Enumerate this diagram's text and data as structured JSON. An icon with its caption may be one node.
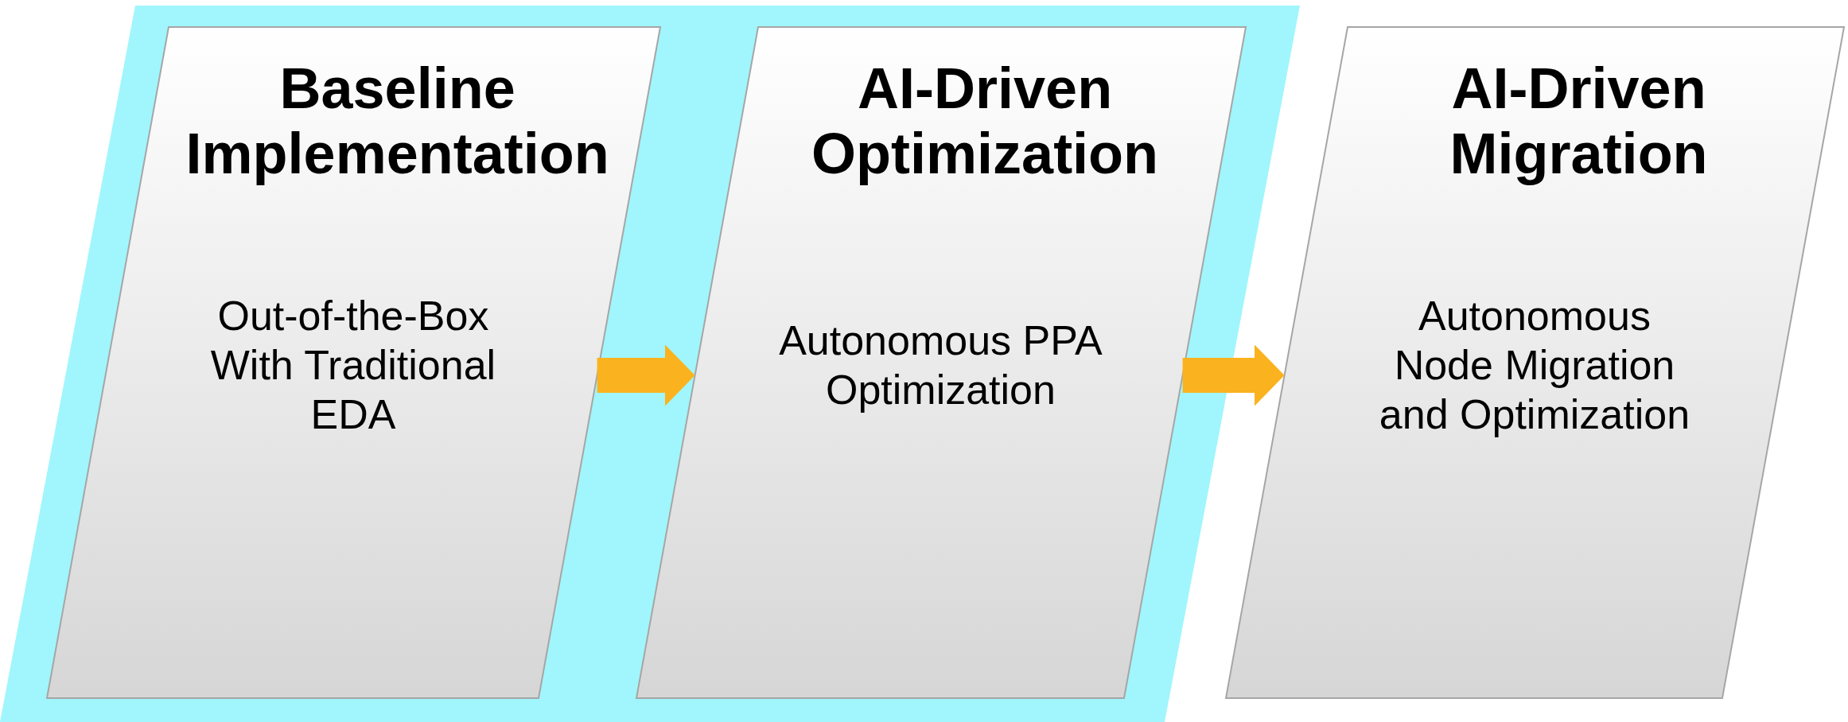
{
  "diagram": {
    "nodes": [
      {
        "text": [],
        "shape": "parallelogram"
      },
      {
        "text": [
          "Baseline Implementation",
          "Out-of-the-Box With Traditional EDA"
        ],
        "in": 0
      },
      {
        "text": [
          "AI-Driven Optimization",
          "Autonomous PPA Optimization"
        ],
        "in": 0
      },
      {
        "text": [
          "AI-Driven Migration",
          "Autonomous Node Migration and Optimization"
        ]
      }
    ],
    "edges": [
      {
        "from": 1,
        "to": 2,
        "arrow": "to"
      },
      {
        "from": 2,
        "to": 3,
        "arrow": "to"
      }
    ]
  }
}
